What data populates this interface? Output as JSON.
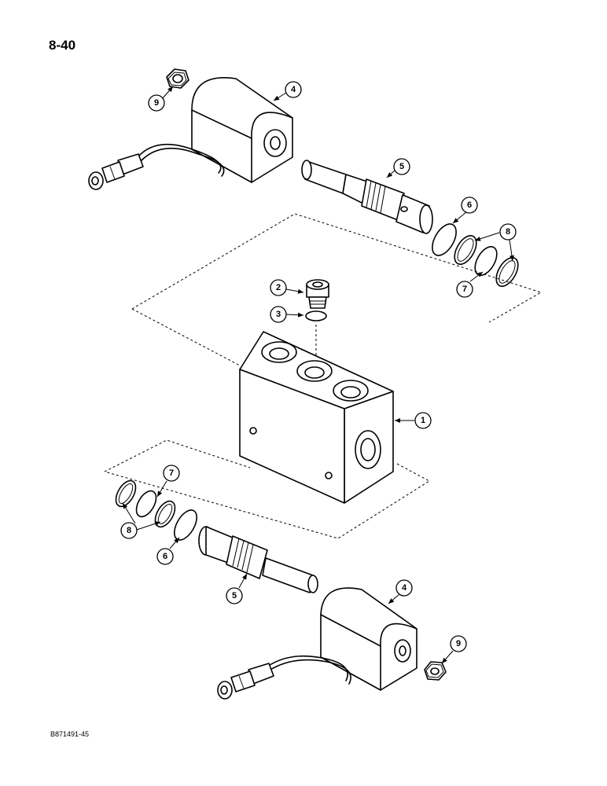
{
  "page": {
    "number": "8-40",
    "footer_code": "B871491-45"
  },
  "callouts": {
    "c1": "1",
    "c2": "2",
    "c3": "3",
    "c4_top": "4",
    "c4_bottom": "4",
    "c5_top": "5",
    "c5_bottom": "5",
    "c6_top": "6",
    "c6_bottom": "6",
    "c7_top": "7",
    "c7_bottom": "7",
    "c8_top": "8",
    "c8_bottom": "8",
    "c9_top": "9",
    "c9_bottom": "9"
  }
}
